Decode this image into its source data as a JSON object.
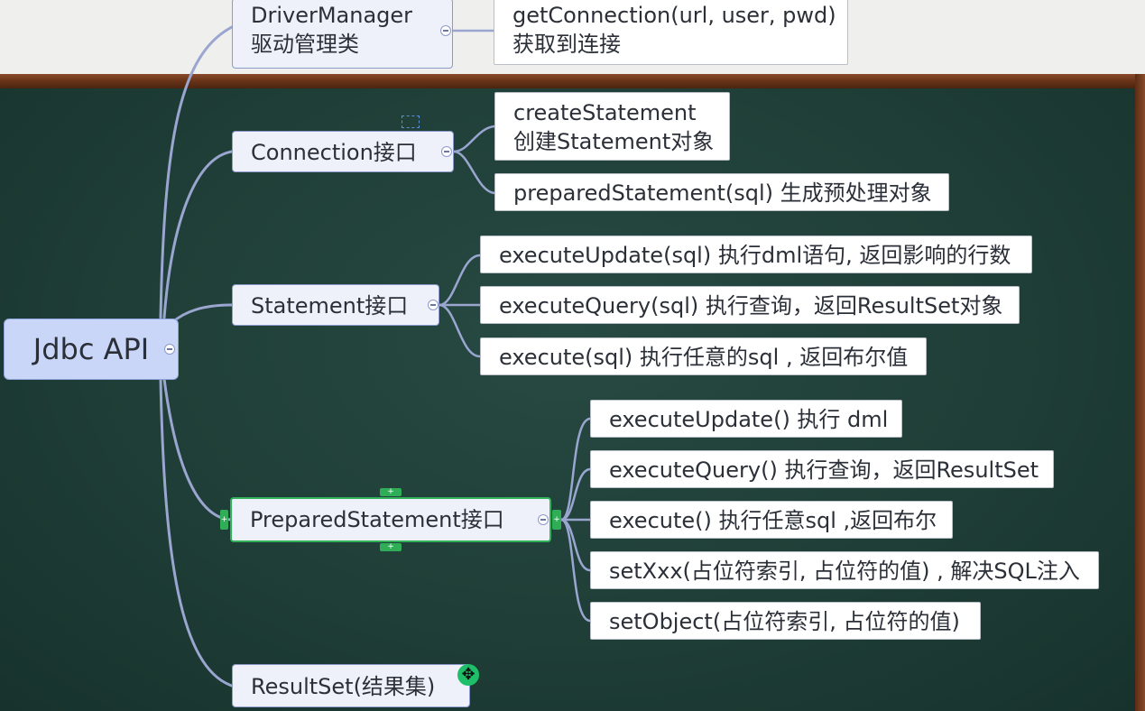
{
  "root": {
    "label": "Jdbc API"
  },
  "branches": {
    "driver_manager": {
      "label_line1": "DriverManager",
      "label_line2": "驱动管理类",
      "children": [
        {
          "line1": "getConnection(url, user, pwd)",
          "line2": "获取到连接"
        }
      ]
    },
    "connection": {
      "label": "Connection接口",
      "children": [
        {
          "line1": "createStatement",
          "line2": "创建Statement对象"
        },
        {
          "line1": "preparedStatement(sql) 生成预处理对象"
        }
      ]
    },
    "statement": {
      "label": "Statement接口",
      "children": [
        "executeUpdate(sql) 执行dml语句, 返回影响的行数",
        "executeQuery(sql) 执行查询，返回ResultSet对象",
        "execute(sql) 执行任意的sql , 返回布尔值"
      ]
    },
    "prepared_statement": {
      "label": "PreparedStatement接口",
      "children": [
        "executeUpdate() 执行 dml",
        "executeQuery() 执行查询，返回ResultSet",
        "execute() 执行任意sql ,返回布尔",
        "setXxx(占位符索引, 占位符的值) , 解决SQL注入",
        "setObject(占位符索引, 占位符的值)"
      ]
    },
    "result_set": {
      "label": "ResultSet(结果集)"
    }
  },
  "colors": {
    "connector": "#9aa6d0",
    "board": "#1e3d36",
    "frame": "#6b3518",
    "selected": "#31b25a"
  },
  "icons": {
    "collapse": "collapse-minus-icon",
    "add": "add-plus-icon",
    "move": "move-cursor-icon"
  }
}
